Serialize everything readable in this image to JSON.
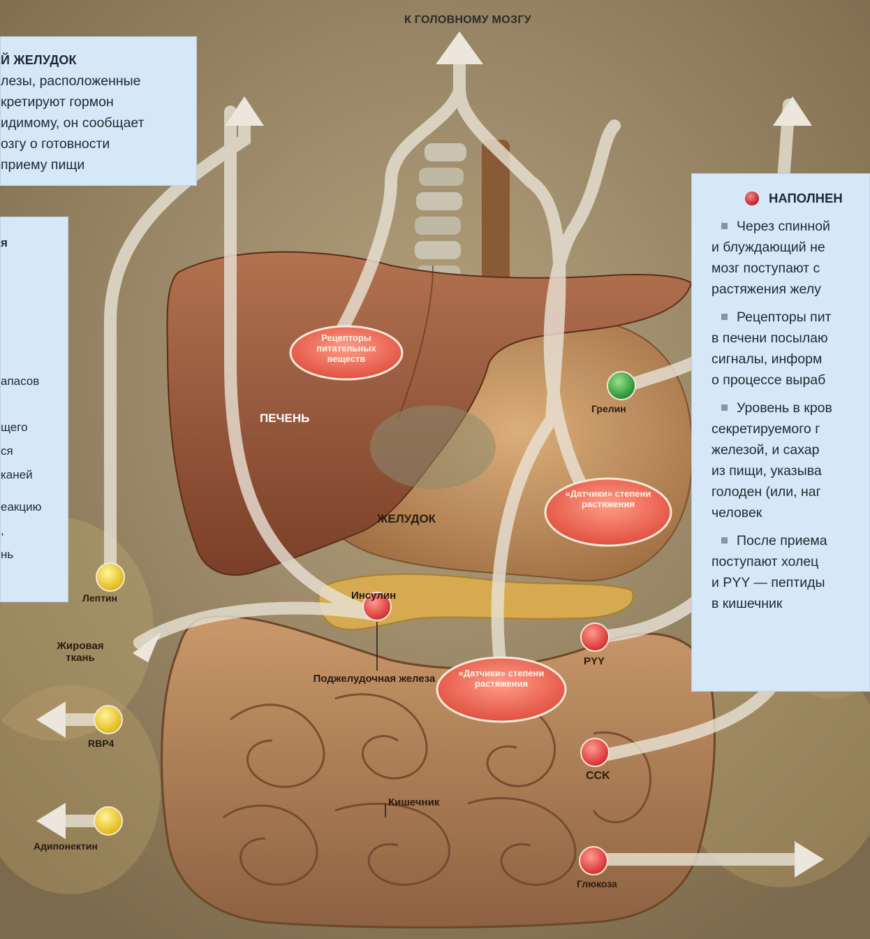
{
  "header": {
    "to_brain": "К ГОЛОВНОМУ МОЗГУ"
  },
  "colors": {
    "background": "#8e7c5c",
    "box_fill": "#d6e8f7",
    "red_marker": "#e04848",
    "green_marker": "#3aa840",
    "yellow_marker": "#f5d428"
  },
  "box_top_left": {
    "title": "Й ЖЕЛУДОК",
    "lines": [
      "лезы, расположенные",
      "кретируют гормон",
      "идимому, он сообщает",
      "озгу о готовности",
      "приему пищи"
    ]
  },
  "box_mid_left": {
    "lines": [
      "я",
      "апасов",
      "щего",
      "ся",
      "каней",
      "еакцию",
      ",",
      "нь"
    ]
  },
  "box_right": {
    "title": "НАПОЛНЕН",
    "paragraphs": [
      [
        "Через спинной",
        "и блуждающий не",
        "мозг поступают с",
        "растяжения желу"
      ],
      [
        "Рецепторы пит",
        "в печени посылаю",
        "сигналы, информ",
        "о процессе выраб"
      ],
      [
        "Уровень в кров",
        "секретируемого г",
        "железой, и сахар",
        "из пищи, указыва",
        "голоден (или, наг",
        "человек"
      ],
      [
        "После приема",
        "поступают холец",
        "и PYY — пептиды",
        "в кишечник"
      ]
    ]
  },
  "organs": {
    "liver": "ПЕЧЕНЬ",
    "stomach": "ЖЕЛУДОК",
    "pancreas": "Поджелудочная железа",
    "intestine": "Кишечник",
    "fat": "Жировая ткань"
  },
  "receptors": {
    "nutrient": "Рецепторы питательных веществ",
    "stretch_stomach": "«Датчики» степени растяжения",
    "stretch_intestine": "«Датчики» степени растяжения"
  },
  "hormones": {
    "ghrelin": "Грелин",
    "insulin": "Инсулин",
    "leptin": "Лептин",
    "rbp4": "RBP4",
    "adiponectin": "Адипонектин",
    "pyy": "PYY",
    "cck": "CCK",
    "glucose": "Глюкоза"
  }
}
